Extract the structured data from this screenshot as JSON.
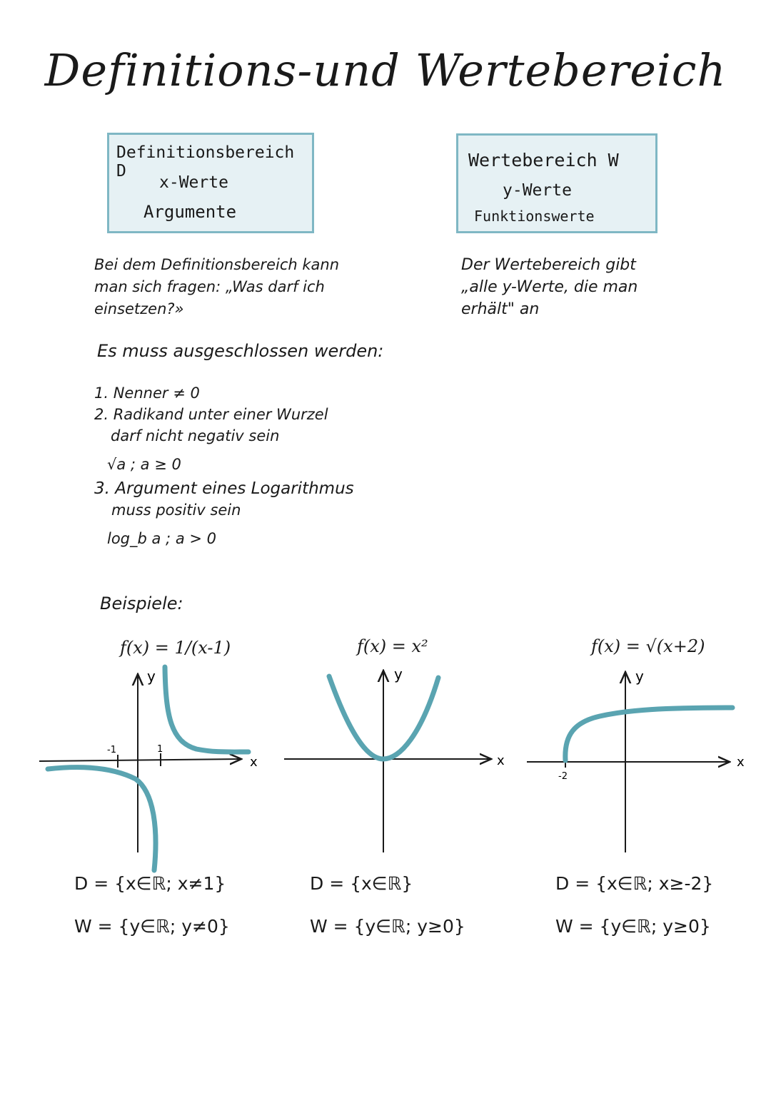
{
  "title": "Definitions-und Wertebereich",
  "definition_box": {
    "heading": "Definitionsbereich D",
    "line1": "x-Werte",
    "line2": "Argumente"
  },
  "range_box": {
    "heading": "Wertebereich W",
    "line1": "y-Werte",
    "line2": "Funktionswerte"
  },
  "definition_note": {
    "line1": "Bei dem Definitionsbereich kann",
    "line2": "man sich fragen: „Was darf ich",
    "line3": "einsetzen?»"
  },
  "range_note": {
    "line1": "Der Wertebereich gibt",
    "line2": "„alle y-Werte, die man",
    "line3": "erhält\" an"
  },
  "exclusion_heading": "Es muss ausgeschlossen werden:",
  "rules": {
    "r1": "1. Nenner ≠ 0",
    "r2a": "2. Radikand unter einer Wurzel",
    "r2b": "darf nicht negativ sein",
    "r2c": "√a ; a ≥ 0",
    "r3a": "3. Argument eines Logarithmus",
    "r3b": "muss positiv sein",
    "r3c": "log_b a ; a > 0"
  },
  "examples_heading": "Beispiele:",
  "examples": [
    {
      "function": "f(x) = 1/(x-1)",
      "x_axis_label": "x",
      "y_axis_label": "y",
      "tick_labels": [
        "-1",
        "1"
      ],
      "domain": "D = {x∈ℝ; x≠1}",
      "range": "W = {y∈ℝ; y≠0}"
    },
    {
      "function": "f(x) = x²",
      "x_axis_label": "x",
      "y_axis_label": "y",
      "domain": "D = {x∈ℝ}",
      "range": "W = {y∈ℝ; y≥0}"
    },
    {
      "function": "f(x) = √(x+2)",
      "x_axis_label": "x",
      "y_axis_label": "y",
      "tick_labels": [
        "-2"
      ],
      "domain": "D = {x∈ℝ; x≥-2}",
      "range": "W = {y∈ℝ; y≥0}"
    }
  ],
  "colors": {
    "accent": "#5aa4b1",
    "box_border": "#7fb7c4",
    "box_fill": "#e6f1f4",
    "ink": "#1a1a1a"
  }
}
